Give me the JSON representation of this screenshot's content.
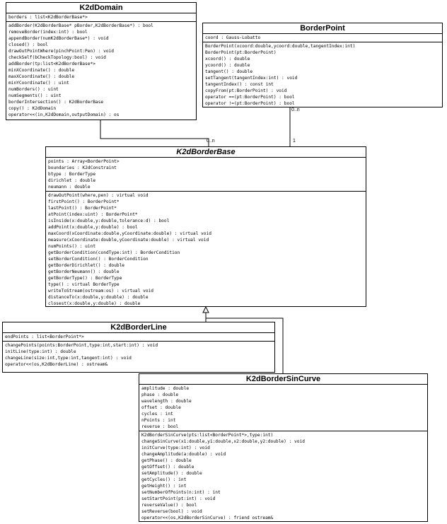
{
  "classes": {
    "domain": {
      "name": "K2dDomain",
      "attributes": [
        "borders : list<K2dBorderBase*>"
      ],
      "operations": [
        "addBorder(K2dBorderBase* pBorder,K2dBorderBase*) : bool",
        "removeBorder(index:int) : bool",
        "appendBorder(numK2dBorderBase*) : void",
        "closed() : bool",
        "drawOutPointWhere(pinchPoint:Pen) : void",
        "checkSelf(bCheckTopology:bool) : void",
        "addBorder(tp:list<K2dBorderBase*>",
        "minXCoordinate() : double",
        "maxXCoordinate() : double",
        "minYCoordinate() : uint",
        "numBorders() : uint",
        "numSegments() : uint",
        "borderIntersection() : K2dBorderBase",
        "copy() : K2dDomain",
        "operator<<(in,K2dDomain,outputDomain) : os"
      ]
    },
    "point": {
      "name": "BorderPoint",
      "attributes": [
        "coord : Gauss-Lobatto"
      ],
      "operations": [
        "BorderPoint(xcoord:double,ycoord:double,tangentIndex:int)",
        "BorderPoint(pt:BorderPoint)",
        "xcoord() : double",
        "ycoord() : double",
        "tangent() : double",
        "setTangent(tangentIndex:int) : void",
        "tangentIndex() : const int",
        "copyFrom(pt:BorderPoint) : void",
        "operator ==(pt:BorderPoint) : bool",
        "operator !=(pt:BorderPoint) : bool"
      ]
    },
    "base": {
      "name": "K2dBorderBase",
      "attributes": [
        "points : Array<BorderPoint>",
        "boundaries : K2dConstraint",
        "btype : BorderType",
        "dirichlet : double",
        "neumann : double"
      ],
      "operations": [
        "drawOutPoint(where,pen) : virtual void",
        "firstPoint() : BorderPoint*",
        "lastPoint() : BorderPoint*",
        "atPoint(index:uint) : BorderPoint*",
        "isInside(x:double,y:double,tolerance:d) : bool",
        "addPoint(x:double,y:double) : bool",
        "maxCoord(xCoordinate:double,yCoordinate:double) : virtual void",
        "measure(xCoordinate:double,yCoordinate:double) : virtual void",
        "numPoints() : uint",
        "getBorderCondition(condType:int) : BorderCondition",
        "setBorderCondition() : BorderCondition",
        "getBorderDirichlet() : double",
        "getBorderNeumann() : double",
        "getBorderType() : BorderType",
        "type() : virtual BorderType",
        "writeToStream(ostream:os) : virtual void",
        "distanceTo(x:double,y:double) : double",
        "closest(x:double,y:double) : double"
      ]
    },
    "line": {
      "name": "K2dBorderLine",
      "attributes": [
        "endPoints : list<BorderPoint*>"
      ],
      "operations": [
        "changePoints(points:BorderPoint,type:int,start:int) : void",
        "initLine(type:int) : double",
        "changeLine(size:int,type:int,tangent:int) : void",
        "operator<<(os,K2dBorderLine) : ostream&"
      ]
    },
    "sin": {
      "name": "K2dBorderSinCurve",
      "attributes": [
        "amplitude : double",
        "phase : double",
        "wavelength : double",
        "offset : double",
        "cycles : int",
        "nPoints : int",
        "reverse : bool"
      ],
      "operations": [
        "K2dBorderSinCurve(pts:list<BorderPoint*>,type:int)",
        "changeSinCurve(x1:double,y1:double,x2:double,y2:double) : void",
        "initCurve(type:int) : void",
        "changeAmplitude(a:double) : void",
        "getPhase() : double",
        "getOffset() : double",
        "setAmplitude() : double",
        "getCycles() : int",
        "getHeight() : int",
        "setNumberOfPoints(n:int) : int",
        "setStartPoint(pt:int) : void",
        "reverseValue() : bool",
        "setReverse(bool) : void",
        "operator<<(os,K2dBorderSinCurve) : friend ostream&"
      ]
    }
  },
  "multiplicities": {
    "domain_base": "0..n",
    "point_top": "0..n",
    "point_base": "1"
  }
}
